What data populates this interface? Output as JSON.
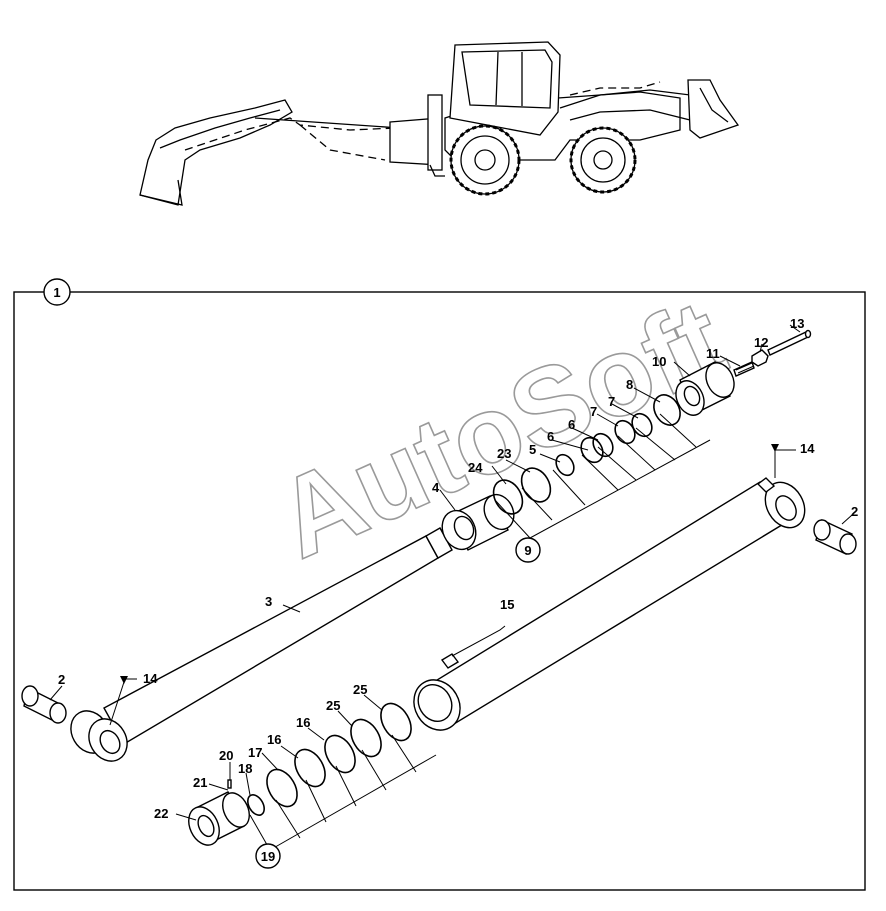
{
  "watermark": "AutoSoft",
  "assembly_callout": "1",
  "labels": {
    "p2a": "2",
    "p2b": "2",
    "p3": "3",
    "p4": "4",
    "p5": "5",
    "p6a": "6",
    "p6b": "6",
    "p7a": "7",
    "p7b": "7",
    "p8": "8",
    "p9": "9",
    "p10": "10",
    "p11": "11",
    "p12": "12",
    "p13": "13",
    "p14a": "14",
    "p14b": "14",
    "p15": "15",
    "p16a": "16",
    "p16b": "16",
    "p17": "17",
    "p18": "18",
    "p19": "19",
    "p20": "20",
    "p21": "21",
    "p22": "22",
    "p23": "23",
    "p24": "24",
    "p25a": "25",
    "p25b": "25"
  }
}
